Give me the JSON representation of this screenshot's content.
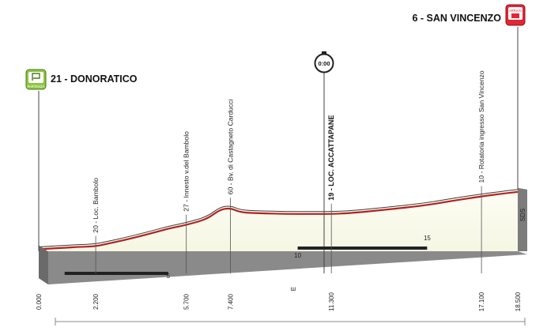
{
  "start": {
    "label": "21 - DONORATICO",
    "badge": "PARTENZA"
  },
  "finish": {
    "label": "6 - SAN VINCENZO",
    "badge": "ARRIVO",
    "side_label": "SDS"
  },
  "timing": {
    "label": "0:00"
  },
  "waypoints": [
    {
      "km_label": "0.000"
    },
    {
      "km_label": "2.200",
      "name": "20 - Loc. Bambolo"
    },
    {
      "km_label": "5.700",
      "name": "27 - Innesto v.del Bambolo"
    },
    {
      "km_label": "7.400",
      "name": "60 - Bv. di Castagneto Carducci"
    },
    {
      "km_label": "11.300",
      "name": "19 - LOC. ACCATTAPANE",
      "emphasis": true
    },
    {
      "km_label": "17.100",
      "name": "10 - Rotatoria ingresso San Vincenzo"
    },
    {
      "km_label": "18.500"
    }
  ],
  "km_markers": [
    "5",
    "10",
    "15"
  ],
  "length_marker": "ш",
  "colors": {
    "road": "#b22222",
    "fill_light": "#fbfbee",
    "ground_dark": "#7c7c7c",
    "badge_green": "#8dc63f",
    "badge_red": "#e32636"
  },
  "chart_data": {
    "type": "area",
    "x": [
      0,
      0.5,
      1.0,
      1.5,
      2.2,
      2.6,
      3.5,
      4.5,
      5.0,
      5.7,
      6.5,
      7.0,
      7.4,
      7.8,
      8.5,
      9.5,
      10.5,
      11.3,
      12.0,
      13.5,
      15.0,
      16.0,
      17.1,
      18.0,
      18.5
    ],
    "y": [
      6,
      7,
      8,
      9,
      10,
      13,
      20,
      29,
      34,
      39,
      47,
      60,
      62,
      56,
      55,
      54,
      54,
      54,
      55,
      60,
      66,
      72,
      78,
      82,
      84
    ],
    "xlim": [
      0,
      18.5
    ]
  }
}
